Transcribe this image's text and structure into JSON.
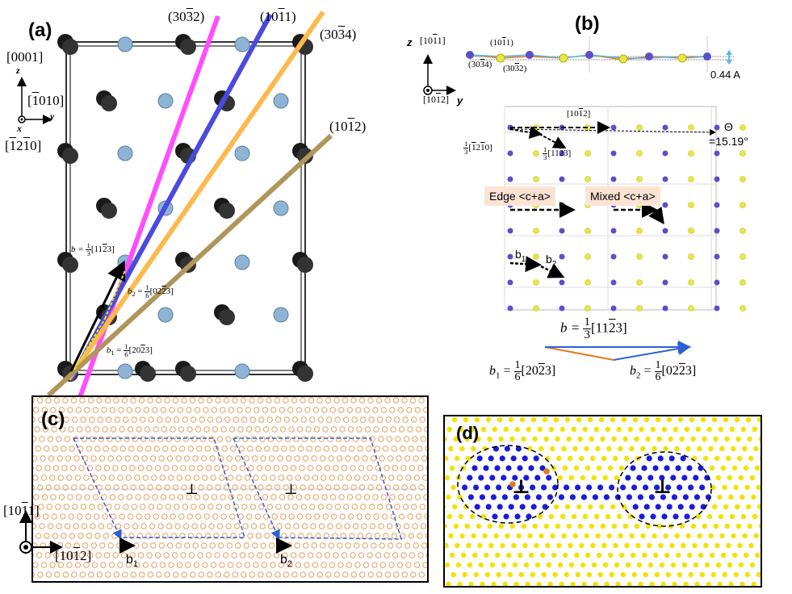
{
  "panel_a": {
    "label": "(a)",
    "planes": {
      "p3032": "(30",
      "p3032_bar": "3",
      "p3032_end": "2)",
      "p1011": "(10",
      "p1011_bar": "1",
      "p1011_end": "1)",
      "p3034": "(30",
      "p3034_bar": "3",
      "p3034_end": "4)",
      "p1012": "(10",
      "p1012_bar": "1",
      "p1012_end": "2)"
    },
    "axes": {
      "z_dir": "[0001]",
      "z": "z",
      "x": "x",
      "y": "y",
      "y_dir_open": "[",
      "y_dir_bar": "1",
      "y_dir_rest": "010]",
      "x_dir_open": "[",
      "x_dir_bar1": "1",
      "x_dir_mid": "2",
      "x_dir_bar2": "1",
      "x_dir_end": "0]"
    },
    "vectors": {
      "b": "b =",
      "b_frac_n": "1",
      "b_frac_d": "3",
      "b_idx": "[11",
      "b_idx_bar": "2",
      "b_idx_end": "3]",
      "b2": "b",
      "b2_sub": "2",
      "b2_eq": "=",
      "b2_frac_n": "1",
      "b2_frac_d": "6",
      "b2_idx": "[02",
      "b2_idx_bar": "2",
      "b2_idx_end": "3]",
      "b1": "b",
      "b1_sub": "1",
      "b1_eq": "=",
      "b1_frac_n": "1",
      "b1_frac_d": "6",
      "b1_idx": "[20",
      "b1_idx_bar": "2",
      "b1_idx_end": "3]"
    }
  },
  "panel_b": {
    "label": "(b)",
    "axes": {
      "z": "z",
      "z_dir": "[10",
      "z_dir_bar": "1",
      "z_dir_end": "1]",
      "y_dir": "[10",
      "y_dir_bar": "1",
      "y_dir_end": "2]",
      "y": "y"
    },
    "top_planes": {
      "p1011": "(10",
      "p1011_bar": "1",
      "p1011_end": "1)",
      "p3034": "(30",
      "p3034_bar": "3",
      "p3034_end": "4)",
      "p3032": "(30",
      "p3032_bar": "3",
      "p3032_end": "2)",
      "spacing": "0.44 A"
    },
    "lattice": {
      "dir_top": "[10",
      "dir_top_bar": "1",
      "dir_top_end": "2]",
      "theta": "Θ",
      "theta_val": "=15.19°",
      "left_frac_n": "1",
      "left_frac_d": "3",
      "left_idx": "[",
      "left_idx_bar1": "1",
      "left_idx_mid": "2",
      "left_idx_bar2": "1",
      "left_idx_end": "0]",
      "mid_frac_n": "1",
      "mid_frac_d": "3",
      "mid_idx": "[11",
      "mid_idx_bar": "2",
      "mid_idx_end": "3]",
      "edge": "Edge <c+a>",
      "mixed": "Mixed <c+a>",
      "b1": "b",
      "b1_sub": "1",
      "b2": "b",
      "b2_sub": "2"
    },
    "triangle": {
      "b": "b =",
      "b_frac_n": "1",
      "b_frac_d": "3",
      "b_idx": "[11",
      "b_idx_bar": "2",
      "b_idx_end": "3]",
      "b1": "b",
      "b1_sub": "1",
      "b1_eq": "=",
      "b1_frac_n": "1",
      "b1_frac_d": "6",
      "b1_idx": "[20",
      "b1_idx_bar": "2",
      "b1_idx_end": "3]",
      "b2": "b",
      "b2_sub": "2",
      "b2_eq": "=",
      "b2_frac_n": "1",
      "b2_frac_d": "6",
      "b2_idx": "[02",
      "b2_idx_bar": "2",
      "b2_idx_end": "3]"
    }
  },
  "panel_c": {
    "label": "(c)",
    "z_dir": "[10",
    "z_dir_bar": "1",
    "z_dir_end": "1]",
    "y_dir": "[10",
    "y_dir_bar": "1",
    "y_dir_end": "2]",
    "b1": "b",
    "b1_sub": "1",
    "b2": "b",
    "b2_sub": "2",
    "perp": "⊥"
  },
  "panel_d": {
    "label": "(d)",
    "perp": "⊥"
  },
  "colors": {
    "black_atom": "#1a1a1a",
    "blue_atom": "#8fb3d4",
    "magenta": "#ff4dff",
    "blue_line": "#4a4adf",
    "orange_line": "#ffb84d",
    "tan_line": "#b0955c",
    "lattice_purple": "#5b4fc9",
    "lattice_yellow": "#e6e64d",
    "peach": "#e8a060",
    "dashed_blue": "#2e5fd6",
    "yellow_atom": "#f2e200",
    "dark_blue_atom": "#1a1adb"
  }
}
